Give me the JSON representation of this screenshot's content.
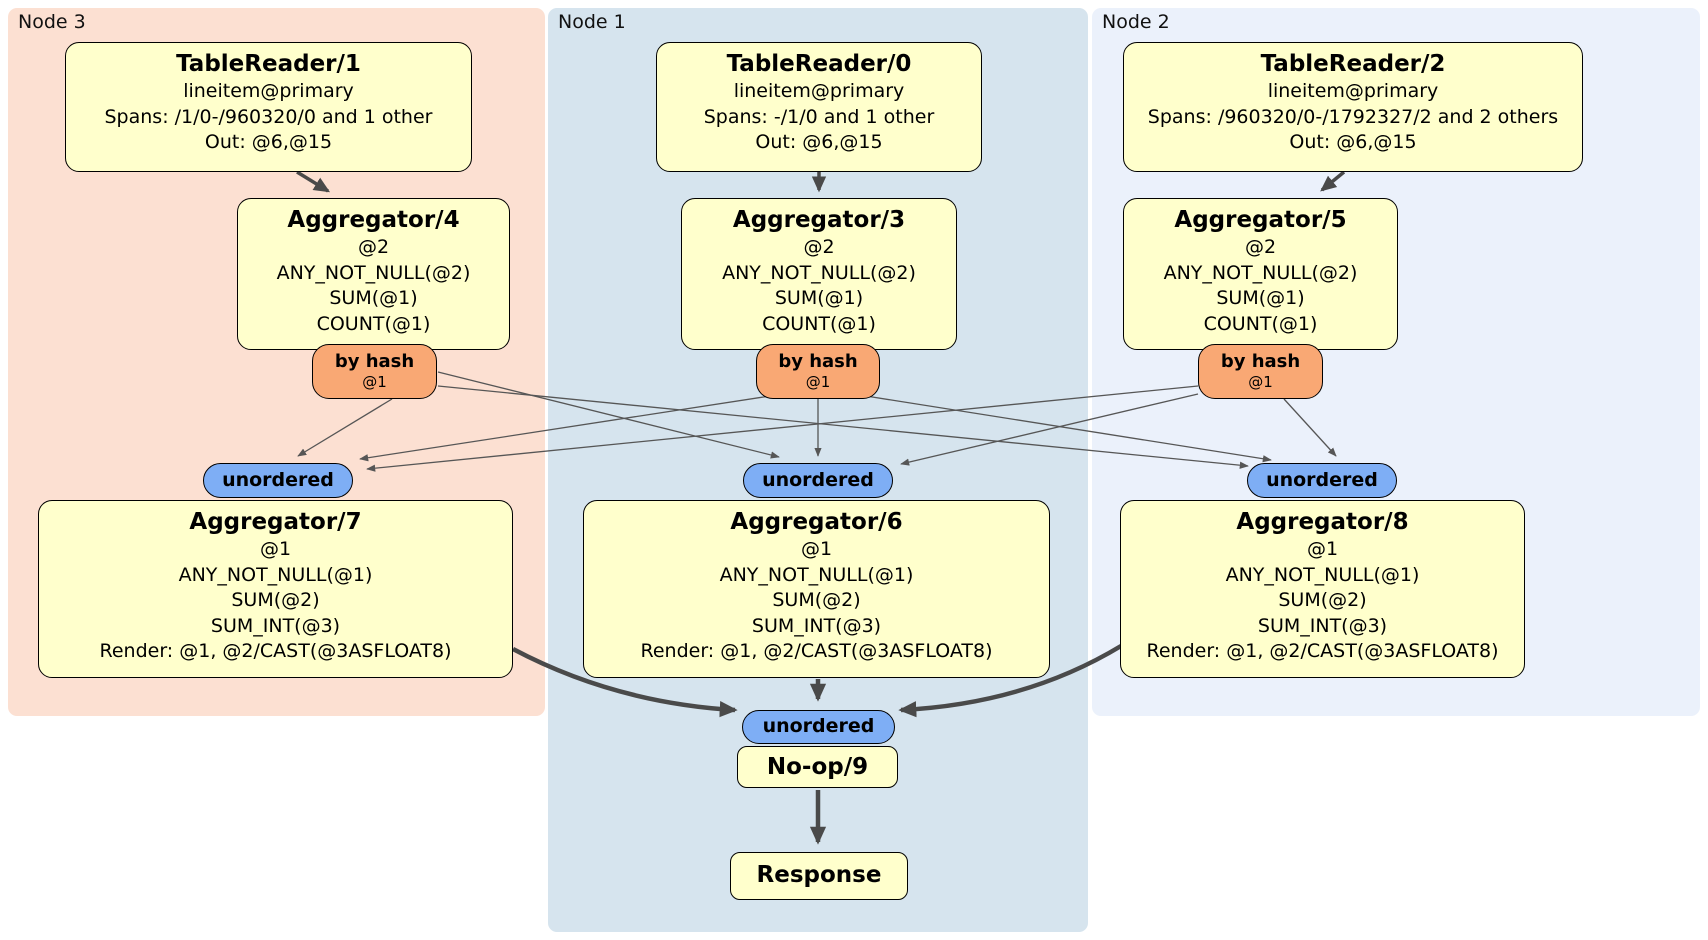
{
  "regions": {
    "node3": {
      "label": "Node 3"
    },
    "node1": {
      "label": "Node 1"
    },
    "node2": {
      "label": "Node 2"
    }
  },
  "nodes": {
    "tr1": {
      "title": "TableReader/1",
      "lines": [
        "lineitem@primary",
        "Spans: /1/0-/960320/0 and 1 other",
        "Out: @6,@15"
      ]
    },
    "tr0": {
      "title": "TableReader/0",
      "lines": [
        "lineitem@primary",
        "Spans: -/1/0 and 1 other",
        "Out: @6,@15"
      ]
    },
    "tr2": {
      "title": "TableReader/2",
      "lines": [
        "lineitem@primary",
        "Spans: /960320/0-/1792327/2 and 2 others",
        "Out: @6,@15"
      ]
    },
    "agg4": {
      "title": "Aggregator/4",
      "lines": [
        "@2",
        "ANY_NOT_NULL(@2)",
        "SUM(@1)",
        "COUNT(@1)"
      ]
    },
    "agg3": {
      "title": "Aggregator/3",
      "lines": [
        "@2",
        "ANY_NOT_NULL(@2)",
        "SUM(@1)",
        "COUNT(@1)"
      ]
    },
    "agg5": {
      "title": "Aggregator/5",
      "lines": [
        "@2",
        "ANY_NOT_NULL(@2)",
        "SUM(@1)",
        "COUNT(@1)"
      ]
    },
    "agg7": {
      "title": "Aggregator/7",
      "lines": [
        "@1",
        "ANY_NOT_NULL(@1)",
        "SUM(@2)",
        "SUM_INT(@3)",
        "Render: @1, @2/CAST(@3ASFLOAT8)"
      ]
    },
    "agg6": {
      "title": "Aggregator/6",
      "lines": [
        "@1",
        "ANY_NOT_NULL(@1)",
        "SUM(@2)",
        "SUM_INT(@3)",
        "Render: @1, @2/CAST(@3ASFLOAT8)"
      ]
    },
    "agg8": {
      "title": "Aggregator/8",
      "lines": [
        "@1",
        "ANY_NOT_NULL(@1)",
        "SUM(@2)",
        "SUM_INT(@3)",
        "Render: @1, @2/CAST(@3ASFLOAT8)"
      ]
    },
    "noop": {
      "title": "No-op/9"
    },
    "response": {
      "title": "Response"
    }
  },
  "routers": {
    "left": {
      "label": "by hash",
      "detail": "@1"
    },
    "middle": {
      "label": "by hash",
      "detail": "@1"
    },
    "right": {
      "label": "by hash",
      "detail": "@1"
    }
  },
  "syncs": {
    "left": "unordered",
    "middle": "unordered",
    "right": "unordered",
    "final": "unordered"
  },
  "colors": {
    "node3_background": "#fce0d2",
    "node1_background": "#d6e4ee",
    "node2_background": "#ebf1fb",
    "processor_box_fill": "#ffffcc",
    "hash_router_fill": "#f9a874",
    "unordered_sync_fill": "#7eaef5",
    "thin_edge": "#565656",
    "thick_edge": "#4a4a4a"
  }
}
